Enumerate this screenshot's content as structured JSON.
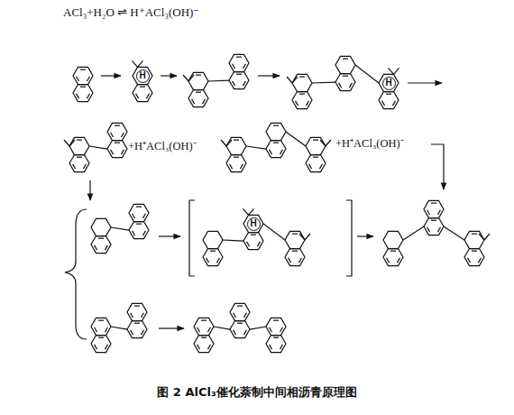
{
  "diagram": {
    "caption": "图 2 AlCl₃催化萘制中间相沥青原理图",
    "nodes": [
      {
        "text": [
          "H"
        ]
      },
      {
        "text": [
          "H"
        ]
      },
      {
        "text": [
          "H"
        ]
      }
    ],
    "labels": [
      "ACl₃+H₂O ⇌ H⁺ACl₃(OH)⁻",
      "+H⁺ACl₃(OH)⁻",
      "+H⁺ACl₃(OH)⁻"
    ]
  }
}
